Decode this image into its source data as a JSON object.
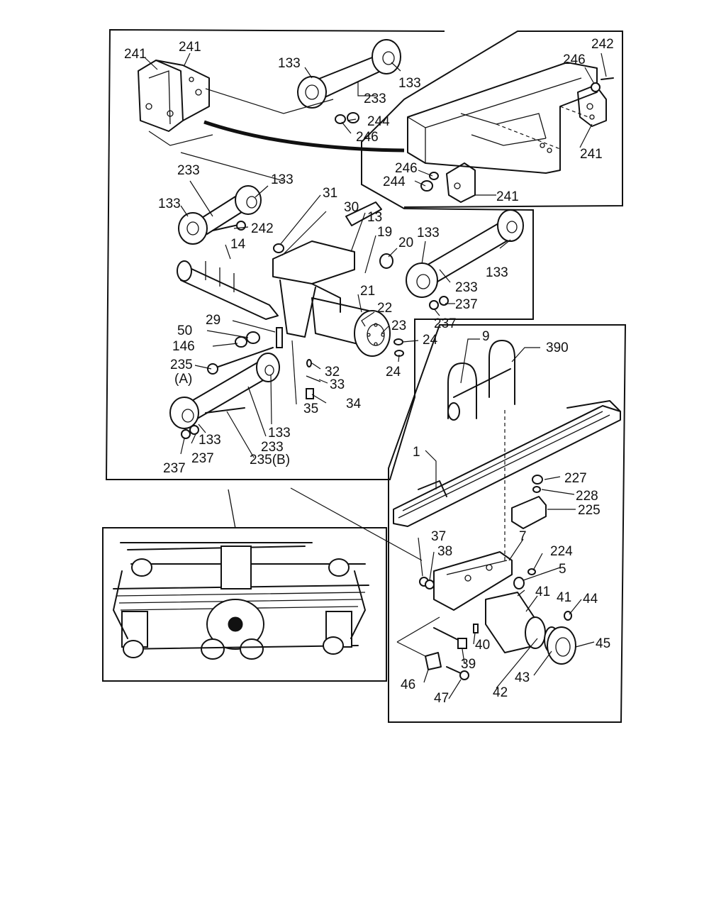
{
  "callouts": [
    {
      "id": "c241a",
      "text": "241"
    },
    {
      "id": "c241b",
      "text": "241"
    },
    {
      "id": "c133a",
      "text": "133"
    },
    {
      "id": "c133b",
      "text": "133"
    },
    {
      "id": "c233a",
      "text": "233"
    },
    {
      "id": "c244a",
      "text": "244"
    },
    {
      "id": "c246a",
      "text": "246"
    },
    {
      "id": "c242a",
      "text": "242"
    },
    {
      "id": "c246b",
      "text": "246"
    },
    {
      "id": "c241c",
      "text": "241"
    },
    {
      "id": "c246c",
      "text": "246"
    },
    {
      "id": "c244b",
      "text": "244"
    },
    {
      "id": "c241d",
      "text": "241"
    },
    {
      "id": "c233b",
      "text": "233"
    },
    {
      "id": "c133c",
      "text": "133"
    },
    {
      "id": "c133d",
      "text": "133"
    },
    {
      "id": "c242b",
      "text": "242"
    },
    {
      "id": "c31",
      "text": "31"
    },
    {
      "id": "c30",
      "text": "30"
    },
    {
      "id": "c13",
      "text": "13"
    },
    {
      "id": "c14",
      "text": "14"
    },
    {
      "id": "c19",
      "text": "19"
    },
    {
      "id": "c20",
      "text": "20"
    },
    {
      "id": "c133e",
      "text": "133"
    },
    {
      "id": "c133f",
      "text": "133"
    },
    {
      "id": "c233c",
      "text": "233"
    },
    {
      "id": "c21",
      "text": "21"
    },
    {
      "id": "c22",
      "text": "22"
    },
    {
      "id": "c237a",
      "text": "237"
    },
    {
      "id": "c237b",
      "text": "237"
    },
    {
      "id": "c29",
      "text": "29"
    },
    {
      "id": "c23",
      "text": "23"
    },
    {
      "id": "c50",
      "text": "50"
    },
    {
      "id": "c146",
      "text": "146"
    },
    {
      "id": "c24a",
      "text": "24"
    },
    {
      "id": "c235a",
      "text": "235"
    },
    {
      "id": "cA",
      "text": "(A)"
    },
    {
      "id": "c32",
      "text": "32"
    },
    {
      "id": "c24b",
      "text": "24"
    },
    {
      "id": "c33",
      "text": "33"
    },
    {
      "id": "c34",
      "text": "34"
    },
    {
      "id": "c35",
      "text": "35"
    },
    {
      "id": "c133g",
      "text": "133"
    },
    {
      "id": "c133h",
      "text": "133"
    },
    {
      "id": "c233d",
      "text": "233"
    },
    {
      "id": "c237c",
      "text": "237"
    },
    {
      "id": "c237d",
      "text": "237"
    },
    {
      "id": "c235b",
      "text": "235(B)"
    },
    {
      "id": "c9",
      "text": "9"
    },
    {
      "id": "c390",
      "text": "390"
    },
    {
      "id": "c1",
      "text": "1"
    },
    {
      "id": "c227",
      "text": "227"
    },
    {
      "id": "c228",
      "text": "228"
    },
    {
      "id": "c225",
      "text": "225"
    },
    {
      "id": "c7",
      "text": "7"
    },
    {
      "id": "c37",
      "text": "37"
    },
    {
      "id": "c38",
      "text": "38"
    },
    {
      "id": "c224",
      "text": "224"
    },
    {
      "id": "c5",
      "text": "5"
    },
    {
      "id": "c41a",
      "text": "41"
    },
    {
      "id": "c41b",
      "text": "41"
    },
    {
      "id": "c44",
      "text": "44"
    },
    {
      "id": "c40",
      "text": "40"
    },
    {
      "id": "c45",
      "text": "45"
    },
    {
      "id": "c39",
      "text": "39"
    },
    {
      "id": "c46",
      "text": "46"
    },
    {
      "id": "c43",
      "text": "43"
    },
    {
      "id": "c42",
      "text": "42"
    },
    {
      "id": "c47",
      "text": "47"
    }
  ]
}
